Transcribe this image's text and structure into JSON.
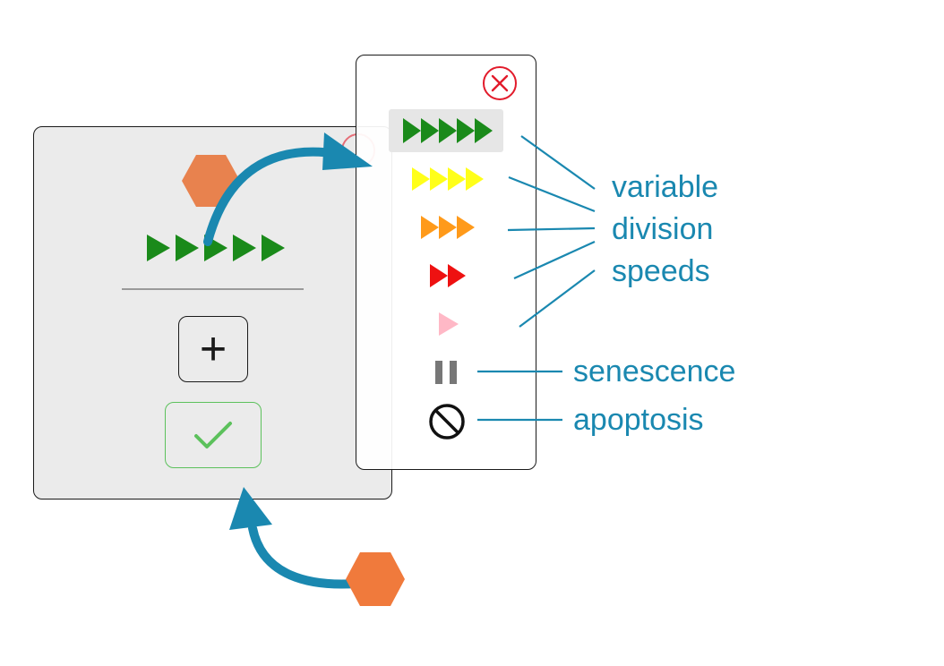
{
  "colors": {
    "annotation": "#1a88b0",
    "hexagon": "#e8824e",
    "hexagon_outside": "#f07a3c",
    "speed_5": "#1a8a1a",
    "speed_4": "#ffff1a",
    "speed_3": "#ff9a1a",
    "speed_2": "#ee1111",
    "speed_1": "#ffb8c6",
    "senescence": "#777777",
    "apoptosis": "#111111",
    "close": "#e21b2b",
    "confirm": "#5cc15c"
  },
  "card": {
    "current_speed_icon": "fast-forward-5-icon",
    "add_label": "+",
    "confirm_icon": "check-icon"
  },
  "popup": {
    "close_icon": "close-circle-icon",
    "options": [
      {
        "name": "speed-5",
        "icon": "fast-forward-5-icon",
        "selected": true
      },
      {
        "name": "speed-4",
        "icon": "fast-forward-4-icon"
      },
      {
        "name": "speed-3",
        "icon": "fast-forward-3-icon"
      },
      {
        "name": "speed-2",
        "icon": "fast-forward-2-icon"
      },
      {
        "name": "speed-1",
        "icon": "play-icon"
      },
      {
        "name": "senescence",
        "icon": "pause-icon"
      },
      {
        "name": "apoptosis",
        "icon": "prohibited-icon"
      }
    ]
  },
  "annotations": {
    "speeds_line1": "variable",
    "speeds_line2": "division",
    "speeds_line3": "speeds",
    "senescence": "senescence",
    "apoptosis": "apoptosis"
  }
}
